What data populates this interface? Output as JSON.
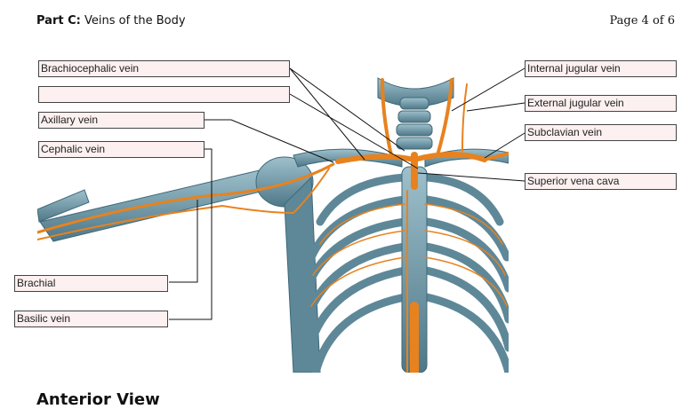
{
  "header": {
    "part_label": "Part C:",
    "part_title": "Veins of the Body",
    "page": "Page 4 of 6"
  },
  "labels": {
    "brachiocephalic": "Brachiocephalic vein",
    "blank": "",
    "axillary": "Axillary vein",
    "cephalic": "Cephalic vein",
    "brachial": "Brachial",
    "basilic": "Basilic vein",
    "internal_jugular": "Internal jugular vein",
    "external_jugular": "External jugular vein",
    "subclavian": "Subclavian vein",
    "svc": "Superior vena cava"
  },
  "footer": {
    "view": "Anterior View"
  },
  "colors": {
    "vein": "#e8821e",
    "bone": "#6e97a6",
    "label_bg": "#fdf0f0"
  }
}
